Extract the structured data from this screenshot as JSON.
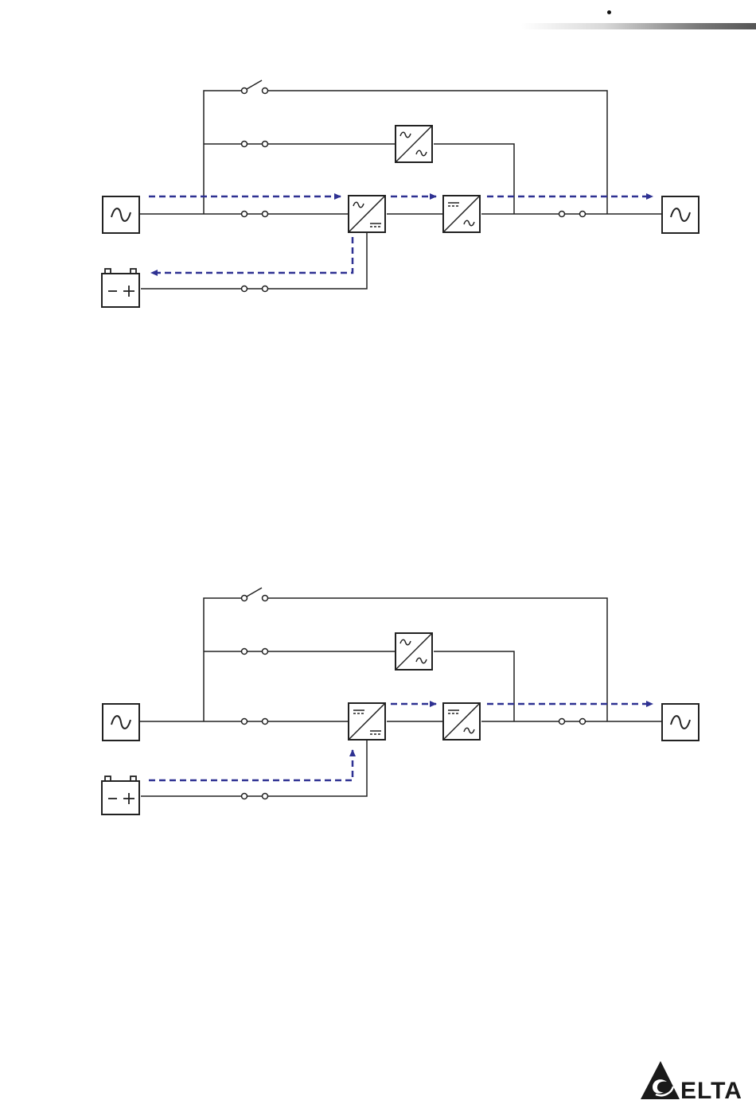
{
  "header": {
    "accent_gradient": [
      "#ffffff",
      "#7a7a7a",
      "#555555"
    ]
  },
  "diagrams": [
    {
      "mode": "normal",
      "flow_color": "#2e3192",
      "components": [
        "ac-source-icon",
        "rectifier-icon",
        "inverter-icon",
        "ac-load-icon",
        "battery-icon",
        "static-switch-icon",
        "manual-bypass-switch-icon"
      ]
    },
    {
      "mode": "battery",
      "flow_color": "#2e3192",
      "components": [
        "ac-source-icon",
        "dc-dc-converter-icon",
        "inverter-icon",
        "ac-load-icon",
        "battery-icon",
        "static-switch-icon",
        "manual-bypass-switch-icon"
      ]
    }
  ],
  "footer": {
    "logo_text": "ELTA",
    "logo_color": "#1a1a1a"
  }
}
